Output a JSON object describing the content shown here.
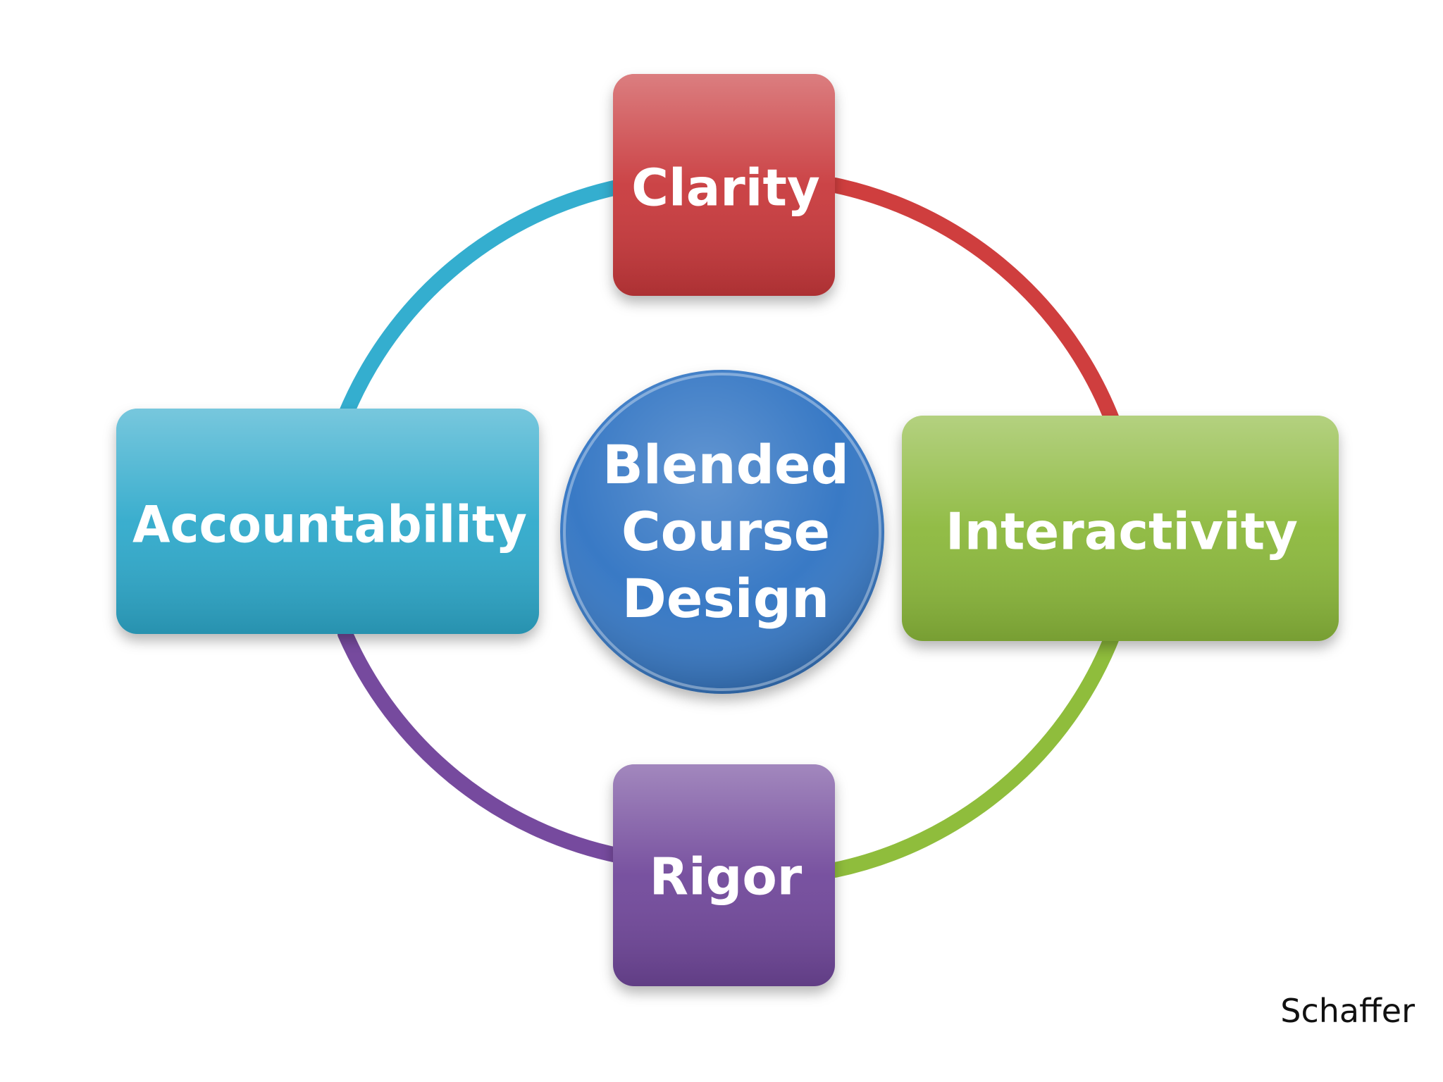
{
  "diagram": {
    "center": {
      "lines": [
        "Blended",
        "Course",
        "Design"
      ],
      "color": "#3577C4"
    },
    "nodes": {
      "top": {
        "label": "Clarity",
        "color": "#C8373A"
      },
      "right": {
        "label": "Interactivity",
        "color": "#8BB83A"
      },
      "bottom": {
        "label": "Rigor",
        "color": "#70479A"
      },
      "left": {
        "label": "Accountability",
        "color": "#2FA9CB"
      }
    },
    "ring_colors": {
      "top_left": "#34AECF",
      "top_right": "#CF3E3E",
      "bottom_right": "#8FBD3C",
      "bottom_left": "#764A9E"
    }
  },
  "attribution": "Schaffer"
}
